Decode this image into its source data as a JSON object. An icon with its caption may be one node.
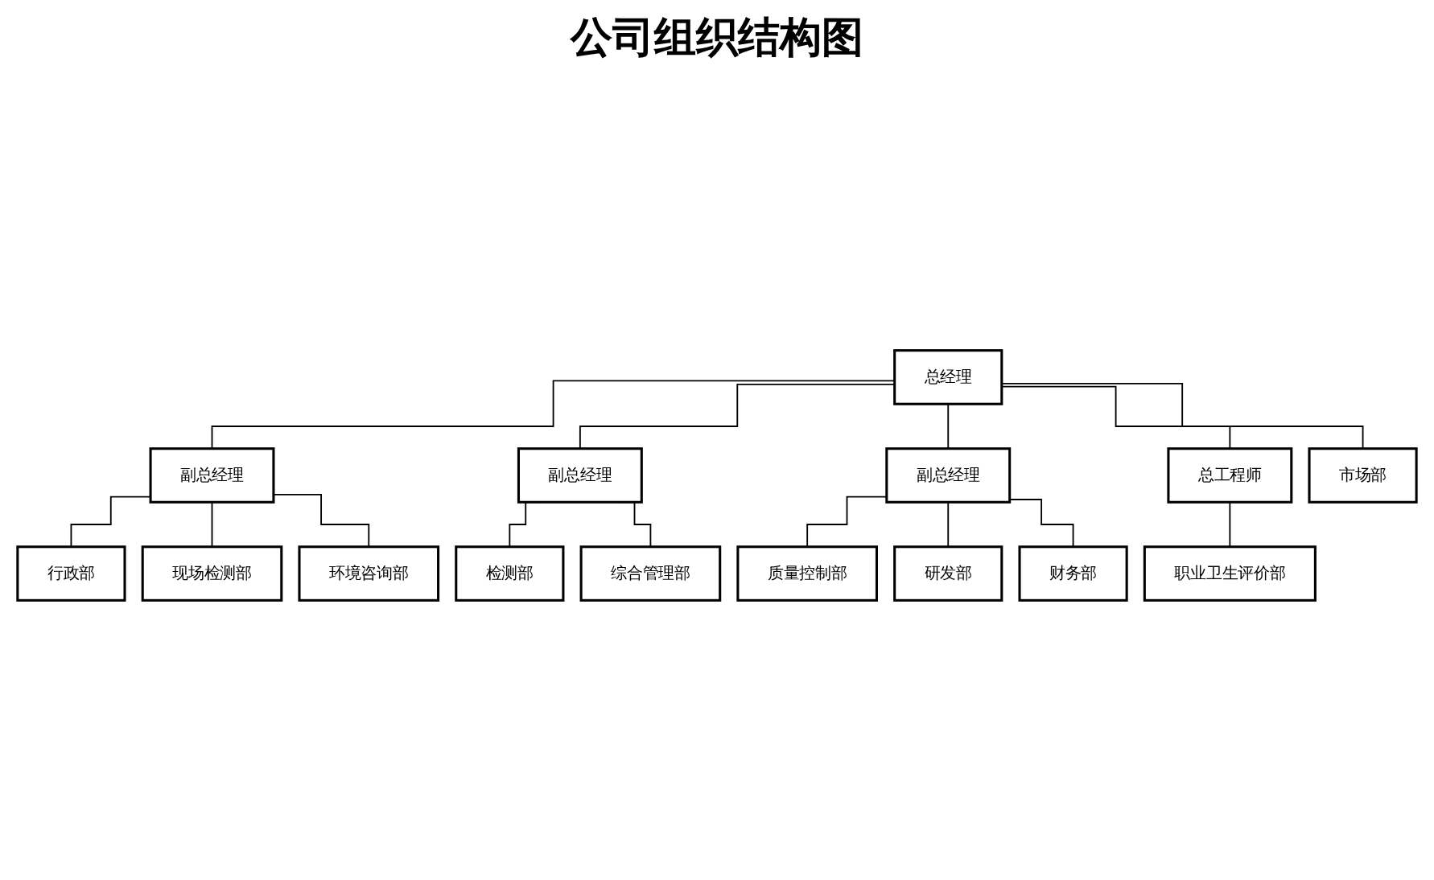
{
  "diagram": {
    "title": "公司组织结构图",
    "nodes": [
      {
        "text": [
          "总经理"
        ]
      },
      {
        "text": [
          "副总经理"
        ]
      },
      {
        "text": [
          "副总经理"
        ]
      },
      {
        "text": [
          "副总经理"
        ]
      },
      {
        "text": [
          "总工程师"
        ]
      },
      {
        "text": [
          "行政部"
        ]
      },
      {
        "text": [
          "现场检测部"
        ]
      },
      {
        "text": [
          "环境咨询部"
        ]
      },
      {
        "text": [
          "检测部"
        ]
      },
      {
        "text": [
          "综合管理部"
        ]
      },
      {
        "text": [
          "质量控制部"
        ]
      },
      {
        "text": [
          "研发部"
        ]
      },
      {
        "text": [
          "财务部"
        ]
      },
      {
        "text": [
          "职业卫生评价部"
        ]
      },
      {
        "text": [
          "市场部"
        ]
      }
    ],
    "edges": [
      {
        "from": 0,
        "to": 1,
        "arrow": "none"
      },
      {
        "from": 0,
        "to": 2,
        "arrow": "none"
      },
      {
        "from": 0,
        "to": 3,
        "arrow": "none"
      },
      {
        "from": 0,
        "to": 4,
        "arrow": "none"
      },
      {
        "from": 0,
        "to": 14,
        "arrow": "none"
      },
      {
        "from": 1,
        "to": 5,
        "arrow": "none"
      },
      {
        "from": 1,
        "to": 6,
        "arrow": "none"
      },
      {
        "from": 1,
        "to": 7,
        "arrow": "none"
      },
      {
        "from": 2,
        "to": 8,
        "arrow": "none"
      },
      {
        "from": 2,
        "to": 9,
        "arrow": "none"
      },
      {
        "from": 3,
        "to": 10,
        "arrow": "none"
      },
      {
        "from": 3,
        "to": 11,
        "arrow": "none"
      },
      {
        "from": 3,
        "to": 12,
        "arrow": "none"
      },
      {
        "from": 4,
        "to": 13,
        "arrow": "none"
      }
    ]
  }
}
